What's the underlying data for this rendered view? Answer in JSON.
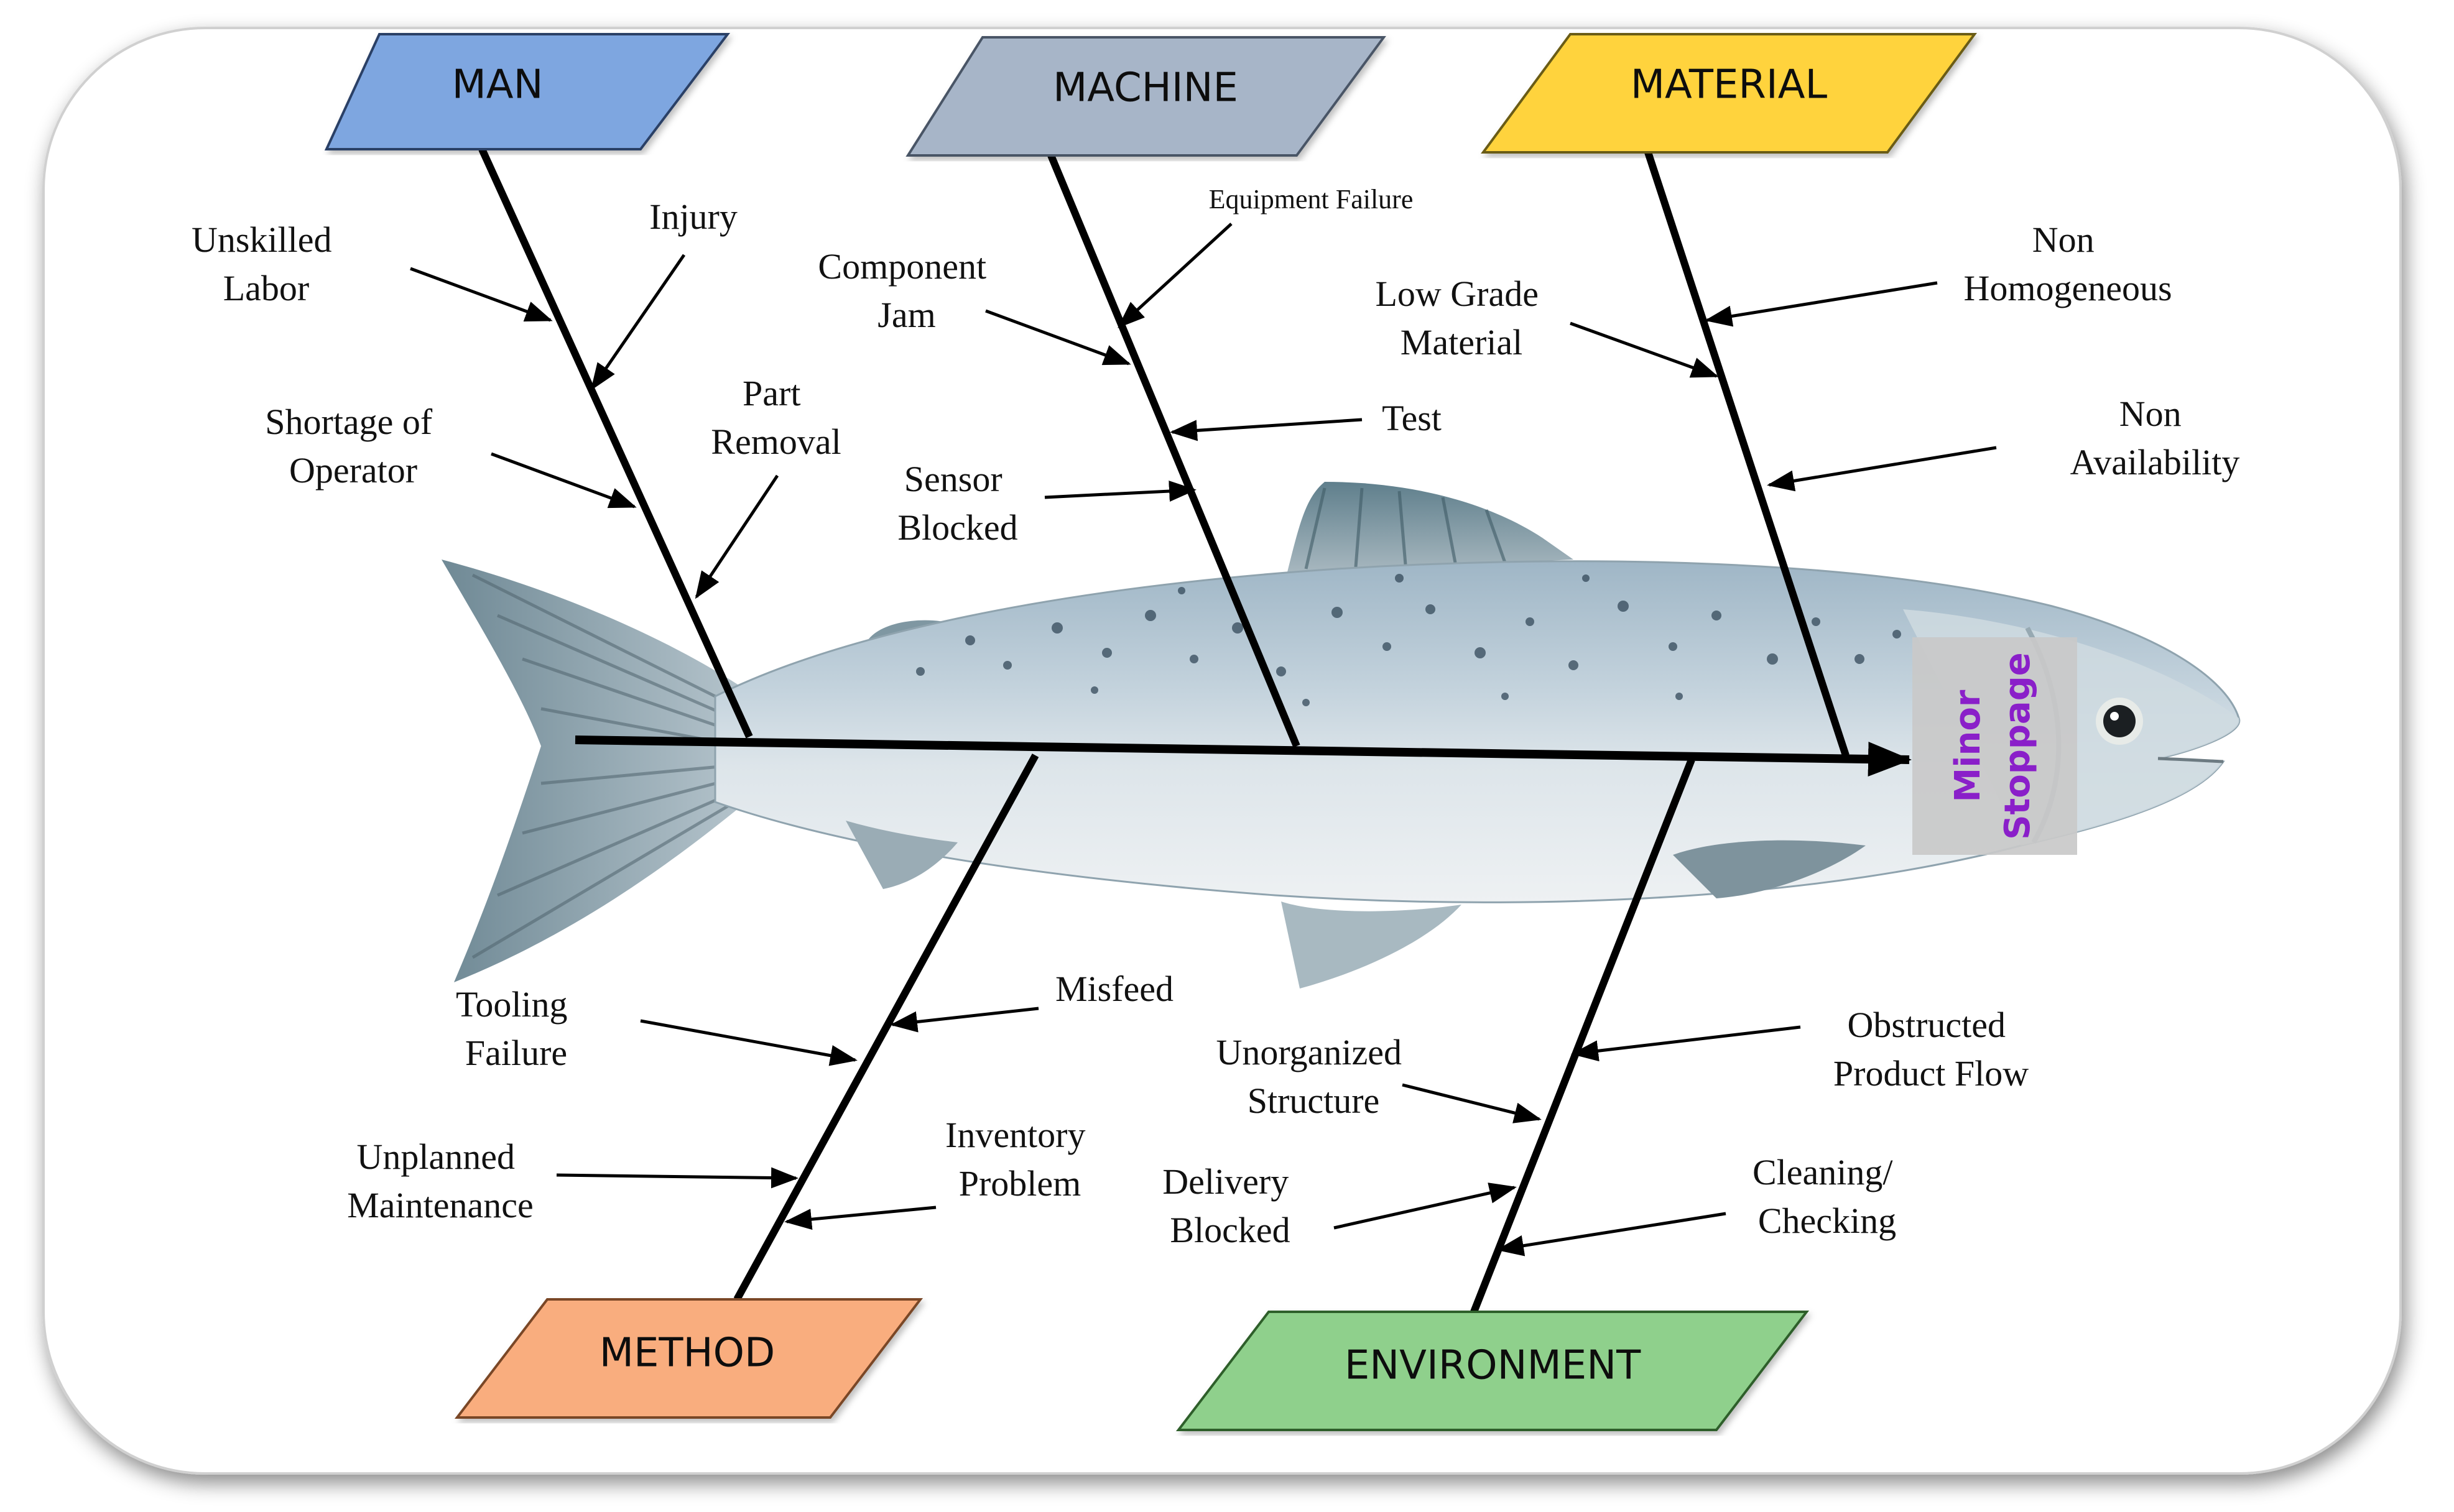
{
  "effect": {
    "line1": "Minor",
    "line2": "Stoppage",
    "color": "#8a1fc9",
    "box_color": "#c9c9c9"
  },
  "categories": {
    "man": {
      "label": "MAN",
      "color": "#7ea6e0"
    },
    "machine": {
      "label": "MACHINE",
      "color": "#a7b5c8"
    },
    "material": {
      "label": "MATERIAL",
      "color": "#ffd33d"
    },
    "method": {
      "label": "METHOD",
      "color": "#f9ad7e"
    },
    "environment": {
      "label": "ENVIRONMENT",
      "color": "#8fd08c"
    }
  },
  "causes": {
    "man": {
      "unskilled_labor": [
        "Unskilled",
        "Labor"
      ],
      "injury": [
        "Injury"
      ],
      "shortage_of_operator": [
        "Shortage of",
        "Operator"
      ],
      "part_removal": [
        "Part",
        "Removal"
      ]
    },
    "machine": {
      "component_jam": [
        "Component",
        "Jam"
      ],
      "equipment_failure": [
        "Equipment Failure"
      ],
      "test": [
        "Test"
      ],
      "sensor_blocked": [
        "Sensor",
        "Blocked"
      ]
    },
    "material": {
      "low_grade_material": [
        "Low Grade",
        "Material"
      ],
      "non_homogeneous": [
        "Non",
        "Homogeneous"
      ],
      "non_availability": [
        "Non",
        "Availability"
      ]
    },
    "method": {
      "tooling_failure": [
        "Tooling",
        "Failure"
      ],
      "misfeed": [
        "Misfeed"
      ],
      "unplanned_maintenance": [
        "Unplanned",
        "Maintenance"
      ],
      "inventory_problem": [
        "Inventory",
        "Problem"
      ]
    },
    "environment": {
      "unorganized_structure": [
        "Unorganized",
        "Structure"
      ],
      "obstructed_product_flow": [
        "Obstructed",
        "Product Flow"
      ],
      "delivery_blocked": [
        "Delivery",
        "Blocked"
      ],
      "cleaning_checking": [
        "Cleaning/",
        "Checking"
      ]
    }
  }
}
